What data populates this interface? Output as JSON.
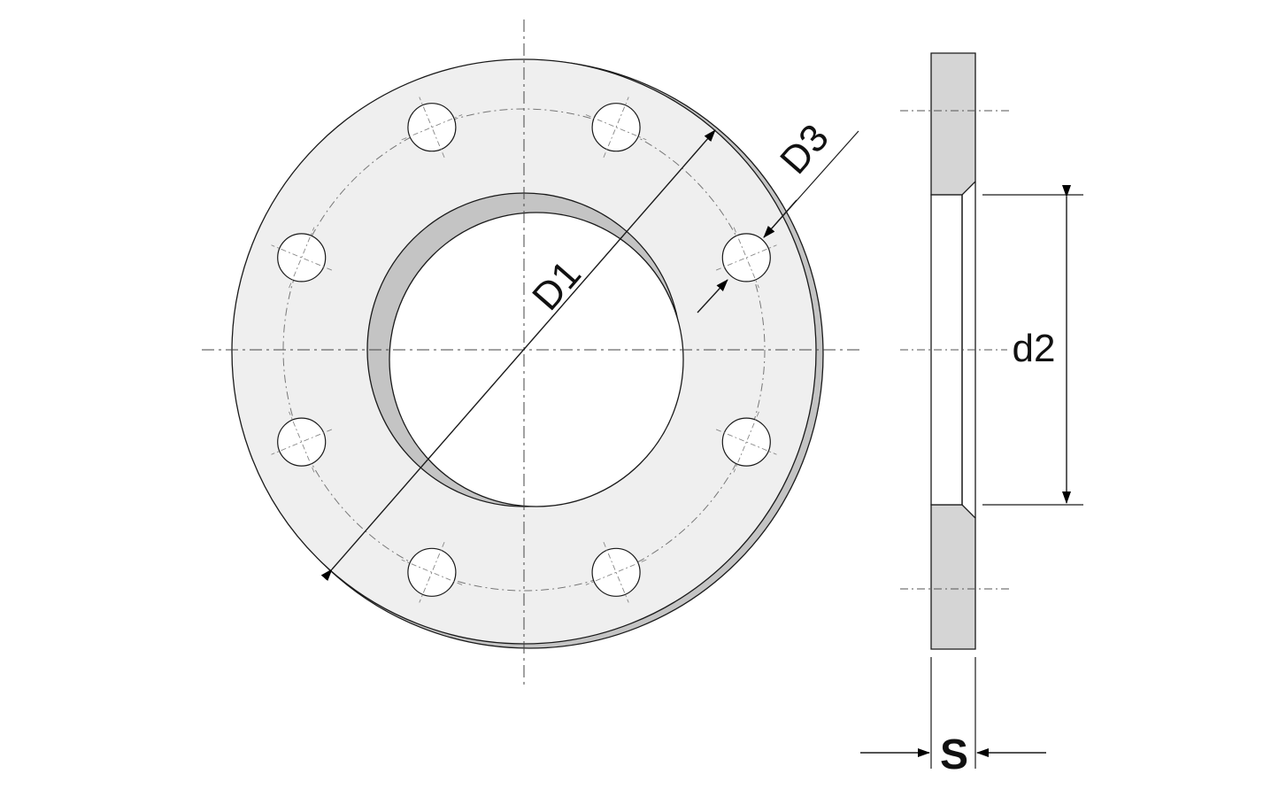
{
  "diagram": {
    "labels": {
      "outer_dia_bolt_circle": "D1",
      "bolt_hole_dia": "D3",
      "inner_dia": "d2",
      "thickness": "S"
    },
    "bolt_hole_count": 8,
    "colors": {
      "face": "#efefef",
      "bore_shadow": "#c4c4c4",
      "section_hatch": "#d5d5d5",
      "bore_face": "#ffffff",
      "line": "#1a1a1a",
      "centerline": "#555555",
      "background": "#ffffff"
    }
  }
}
